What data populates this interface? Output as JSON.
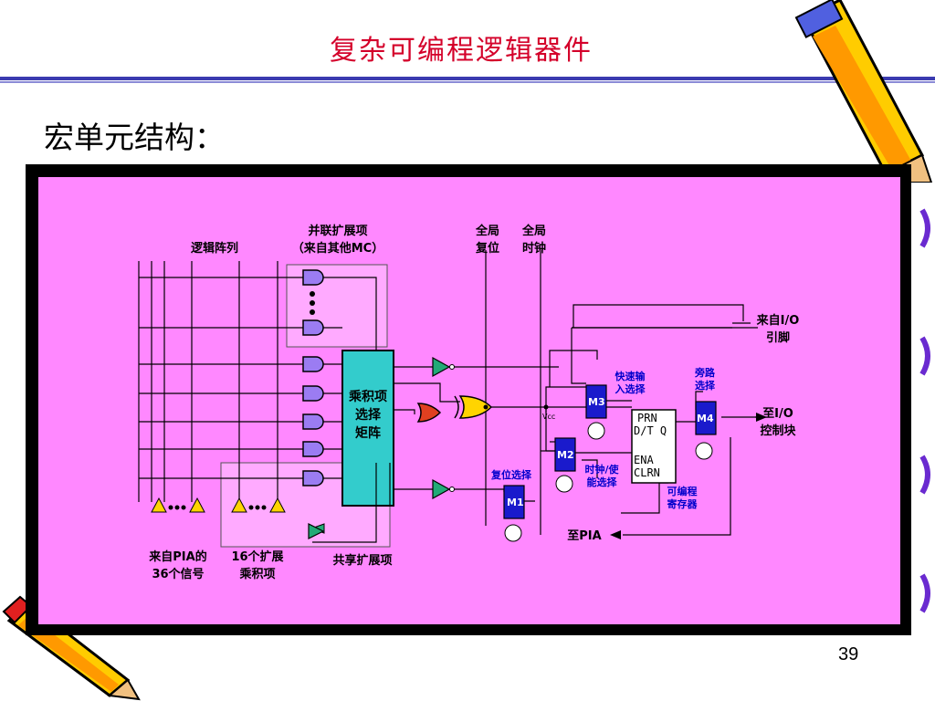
{
  "slide": {
    "title": "复杂可编程逻辑器件",
    "subtitle": "宏单元结构：",
    "page_number": "39"
  },
  "diagram": {
    "labels": {
      "logic_array": "逻辑阵列",
      "parallel_expander_1": "并联扩展项",
      "parallel_expander_2": "（来自其他MC）",
      "global_reset_1": "全局",
      "global_reset_2": "复位",
      "global_clock_1": "全局",
      "global_clock_2": "时钟",
      "from_io_1": "来自I/O",
      "from_io_2": "引脚",
      "fast_input_1": "快速输",
      "fast_input_2": "入选择",
      "bypass_1": "旁路",
      "bypass_2": "选择",
      "to_io_1": "至I/O",
      "to_io_2": "控制块",
      "product_matrix_1": "乘积项",
      "product_matrix_2": "选择",
      "product_matrix_3": "矩阵",
      "vcc": "Vcc",
      "reset_select": "复位选择",
      "clock_enable_1": "时钟/使",
      "clock_enable_2": "能选择",
      "prog_register_1": "可编程",
      "prog_register_2": "寄存器",
      "to_pia": "至PIA",
      "from_pia_1": "来自PIA的",
      "from_pia_2": "36个信号",
      "expander16_1": "16个扩展",
      "expander16_2": "乘积项",
      "shared_expander": "共享扩展项"
    },
    "register": {
      "prn": "PRN",
      "dtq": "D/T Q",
      "ena": "ENA",
      "clrn": "CLRN"
    },
    "muxes": {
      "m1": "M1",
      "m2": "M2",
      "m3": "M3",
      "m4": "M4"
    },
    "colors": {
      "background": "#ff88ff",
      "frame": "#000000",
      "title": "#d4002a",
      "and_gate": "#9b7cf2",
      "matrix": "#33cccc",
      "xor_gate": "#ffd400",
      "or_gate": "#e04020",
      "buffer": "#22aa77",
      "mux": "#1a1acc",
      "blue_label": "#0000cc"
    }
  }
}
